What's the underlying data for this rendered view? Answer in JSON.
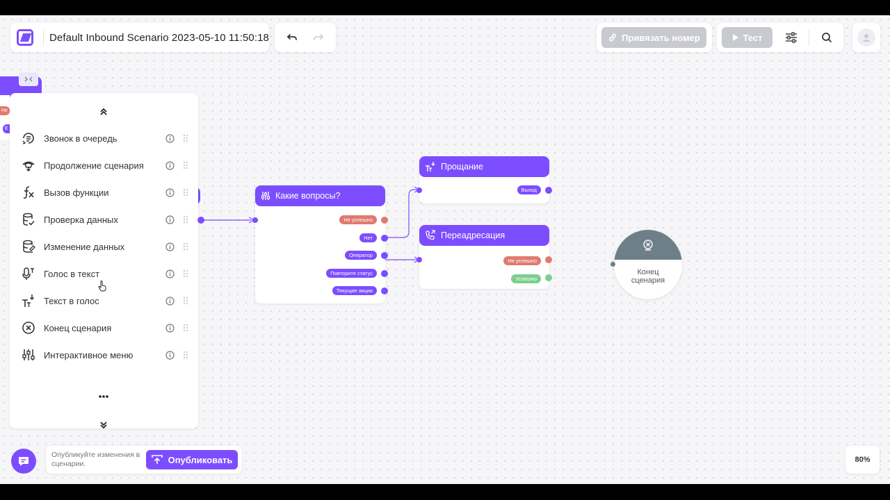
{
  "header": {
    "title": "Default Inbound Scenario 2023-05-10 11:50:18",
    "bind_number_label": "Привязать номер",
    "test_label": "Тест"
  },
  "sidebar": {
    "items": [
      {
        "label": "Звонок в очередь",
        "icon": "queue-call-icon"
      },
      {
        "label": "Продолжение сценария",
        "icon": "scenario-continue-icon"
      },
      {
        "label": "Вызов функции",
        "icon": "function-icon"
      },
      {
        "label": "Проверка данных",
        "icon": "data-check-icon"
      },
      {
        "label": "Изменение данных",
        "icon": "data-edit-icon"
      },
      {
        "label": "Голос в текст",
        "icon": "voice-to-text-icon"
      },
      {
        "label": "Текст в голос",
        "icon": "text-to-voice-icon"
      },
      {
        "label": "Конец сценария",
        "icon": "end-scenario-icon"
      },
      {
        "label": "Интерактивное меню",
        "icon": "interactive-menu-icon"
      }
    ]
  },
  "canvas": {
    "left_node_badge_red": "Не",
    "left_node_badge_purple": "Е",
    "menu_node": {
      "title": "Какие вопросы?",
      "outputs": [
        {
          "label": "Не успешно",
          "color": "#e07a6f"
        },
        {
          "label": "Нет",
          "color": "#7c4dff"
        },
        {
          "label": "Оператор",
          "color": "#7c4dff"
        },
        {
          "label": "Повторите статус",
          "color": "#7c4dff"
        },
        {
          "label": "Текущие акции",
          "color": "#7c4dff"
        }
      ]
    },
    "farewell_node": {
      "title": "Прощание",
      "outputs": [
        {
          "label": "Выход",
          "color": "#7c4dff"
        }
      ]
    },
    "redirect_node": {
      "title": "Переадресация",
      "outputs": [
        {
          "label": "Не успешно",
          "color": "#e07a6f"
        },
        {
          "label": "Успешно",
          "color": "#7ccf8f"
        }
      ]
    },
    "end_node": {
      "label_line1": "Конец",
      "label_line2": "сценария"
    }
  },
  "footer": {
    "publish_hint": "Опубликуйте изменения в сценарии.",
    "publish_label": "Опубликовать",
    "zoom": "80%"
  },
  "colors": {
    "accent": "#7c4dff",
    "error": "#e07a6f",
    "success": "#7ccf8f",
    "end_node": "#6f7f89"
  }
}
